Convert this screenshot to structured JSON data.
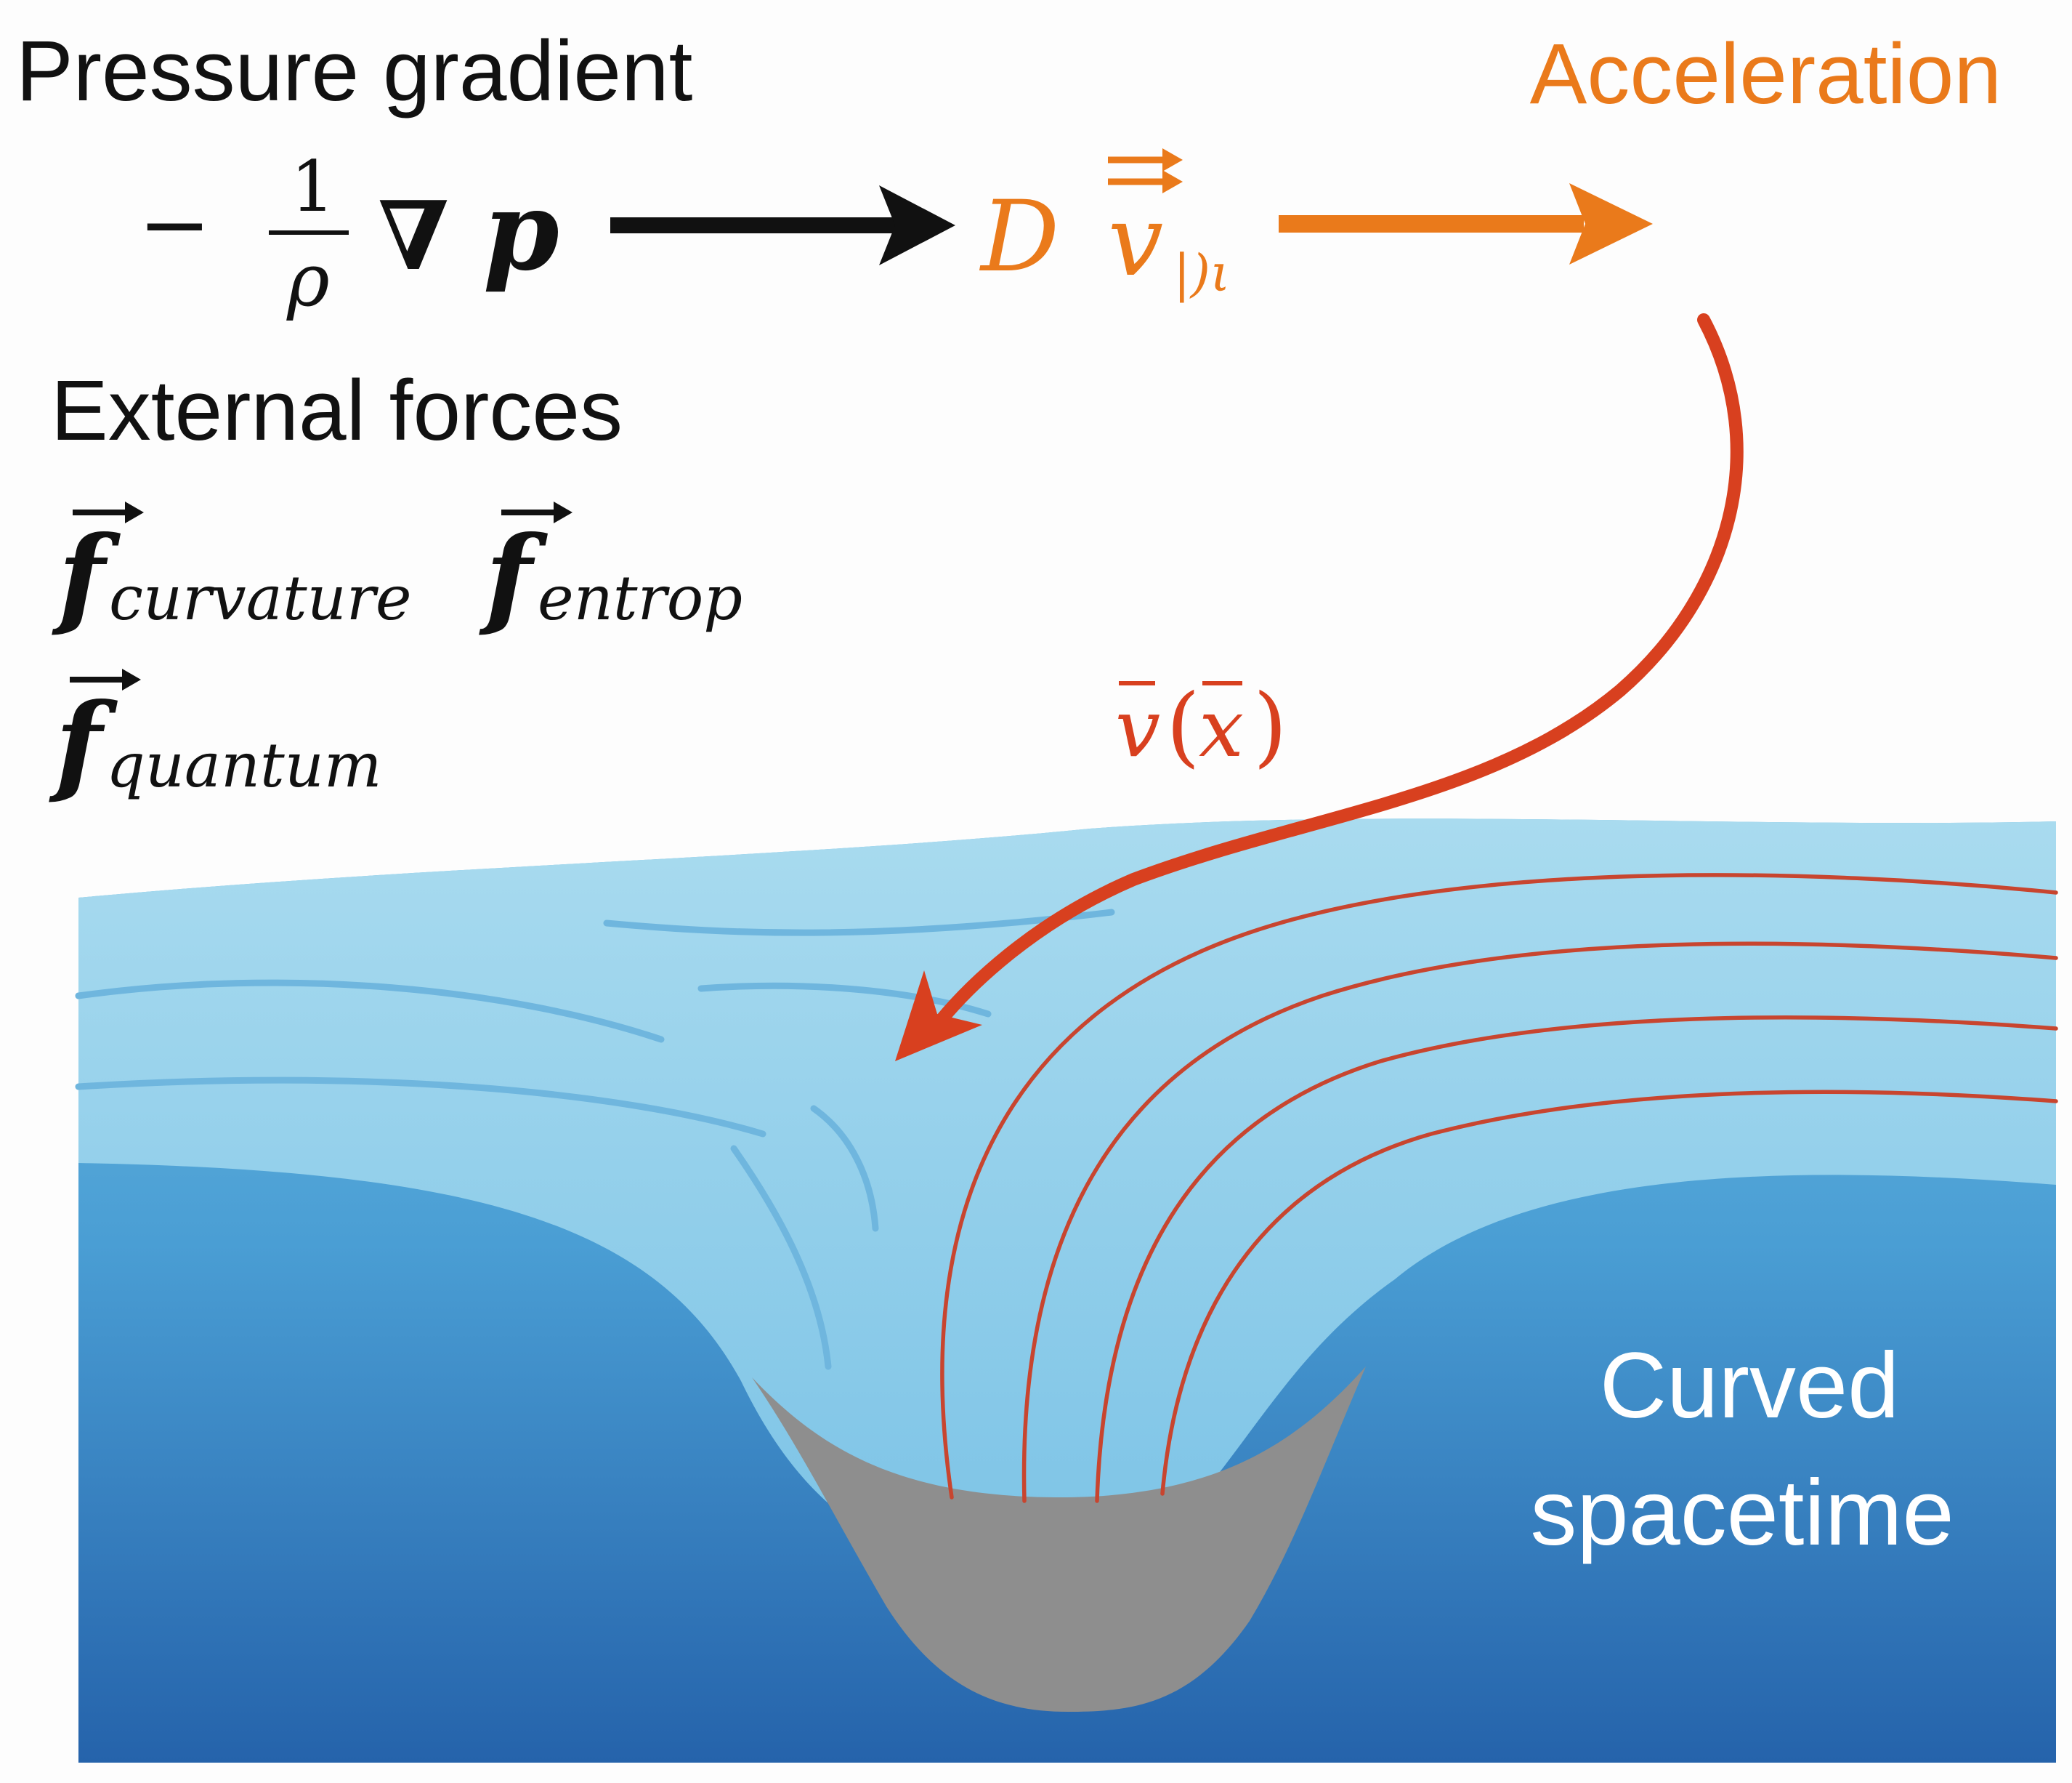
{
  "labels": {
    "pressure_gradient": "Pressure gradient",
    "acceleration": "Acceleration",
    "external_forces": "External forces",
    "curved_line1": "Curved",
    "curved_line2": "spacetime"
  },
  "pressure_term": {
    "minus": "−",
    "numerator": "1",
    "denominator": "ρ",
    "nabla": "∇",
    "p": "p"
  },
  "acceleration_term": {
    "D": "D",
    "v": "v",
    "subscript": "|)ι"
  },
  "forces": {
    "symbol": "f",
    "curvature": "curvature",
    "entropy": "entrop",
    "quantum": "quantum"
  },
  "velocity_field": {
    "v": "v",
    "paren_open": "(",
    "x": "x",
    "paren_close": ")"
  },
  "colors": {
    "orange": "#ea7a1b",
    "red": "#d8401f",
    "streamline": "#c8452f",
    "water_light": "#a2d8ee",
    "water_mid": "#5aaedb",
    "water_deep": "#2a6cb0",
    "well": "#8e8e8e",
    "text_dark": "#111111"
  }
}
